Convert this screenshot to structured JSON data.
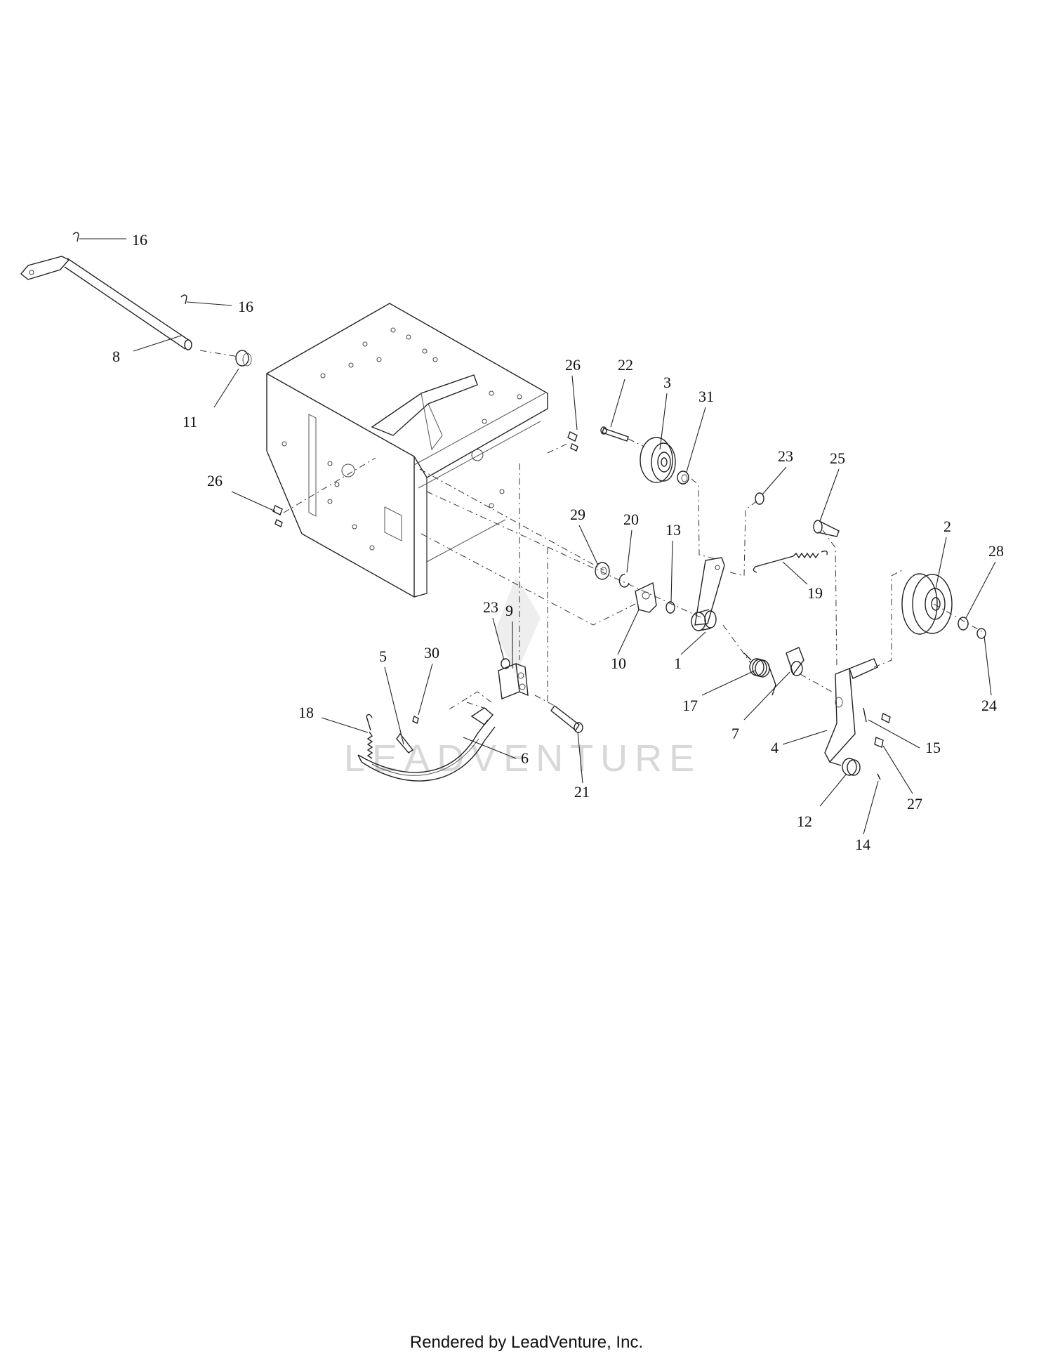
{
  "watermark": "LEADVENTURE",
  "footer": "Rendered by LeadVenture, Inc.",
  "callouts": [
    {
      "id": "c16a",
      "label": "16"
    },
    {
      "id": "c16b",
      "label": "16"
    },
    {
      "id": "c8",
      "label": "8"
    },
    {
      "id": "c11",
      "label": "11"
    },
    {
      "id": "c26a",
      "label": "26"
    },
    {
      "id": "c26b",
      "label": "26"
    },
    {
      "id": "c22",
      "label": "22"
    },
    {
      "id": "c3",
      "label": "3"
    },
    {
      "id": "c31",
      "label": "31"
    },
    {
      "id": "c23a",
      "label": "23"
    },
    {
      "id": "c25",
      "label": "25"
    },
    {
      "id": "c2",
      "label": "2"
    },
    {
      "id": "c28",
      "label": "28"
    },
    {
      "id": "c29",
      "label": "29"
    },
    {
      "id": "c20",
      "label": "20"
    },
    {
      "id": "c13",
      "label": "13"
    },
    {
      "id": "c19",
      "label": "19"
    },
    {
      "id": "c10",
      "label": "10"
    },
    {
      "id": "c1",
      "label": "1"
    },
    {
      "id": "c23b",
      "label": "23"
    },
    {
      "id": "c9",
      "label": "9"
    },
    {
      "id": "c5",
      "label": "5"
    },
    {
      "id": "c30",
      "label": "30"
    },
    {
      "id": "c18",
      "label": "18"
    },
    {
      "id": "c6",
      "label": "6"
    },
    {
      "id": "c21",
      "label": "21"
    },
    {
      "id": "c17",
      "label": "17"
    },
    {
      "id": "c7",
      "label": "7"
    },
    {
      "id": "c4",
      "label": "4"
    },
    {
      "id": "c15",
      "label": "15"
    },
    {
      "id": "c24",
      "label": "24"
    },
    {
      "id": "c27",
      "label": "27"
    },
    {
      "id": "c12",
      "label": "12"
    },
    {
      "id": "c14",
      "label": "14"
    }
  ]
}
